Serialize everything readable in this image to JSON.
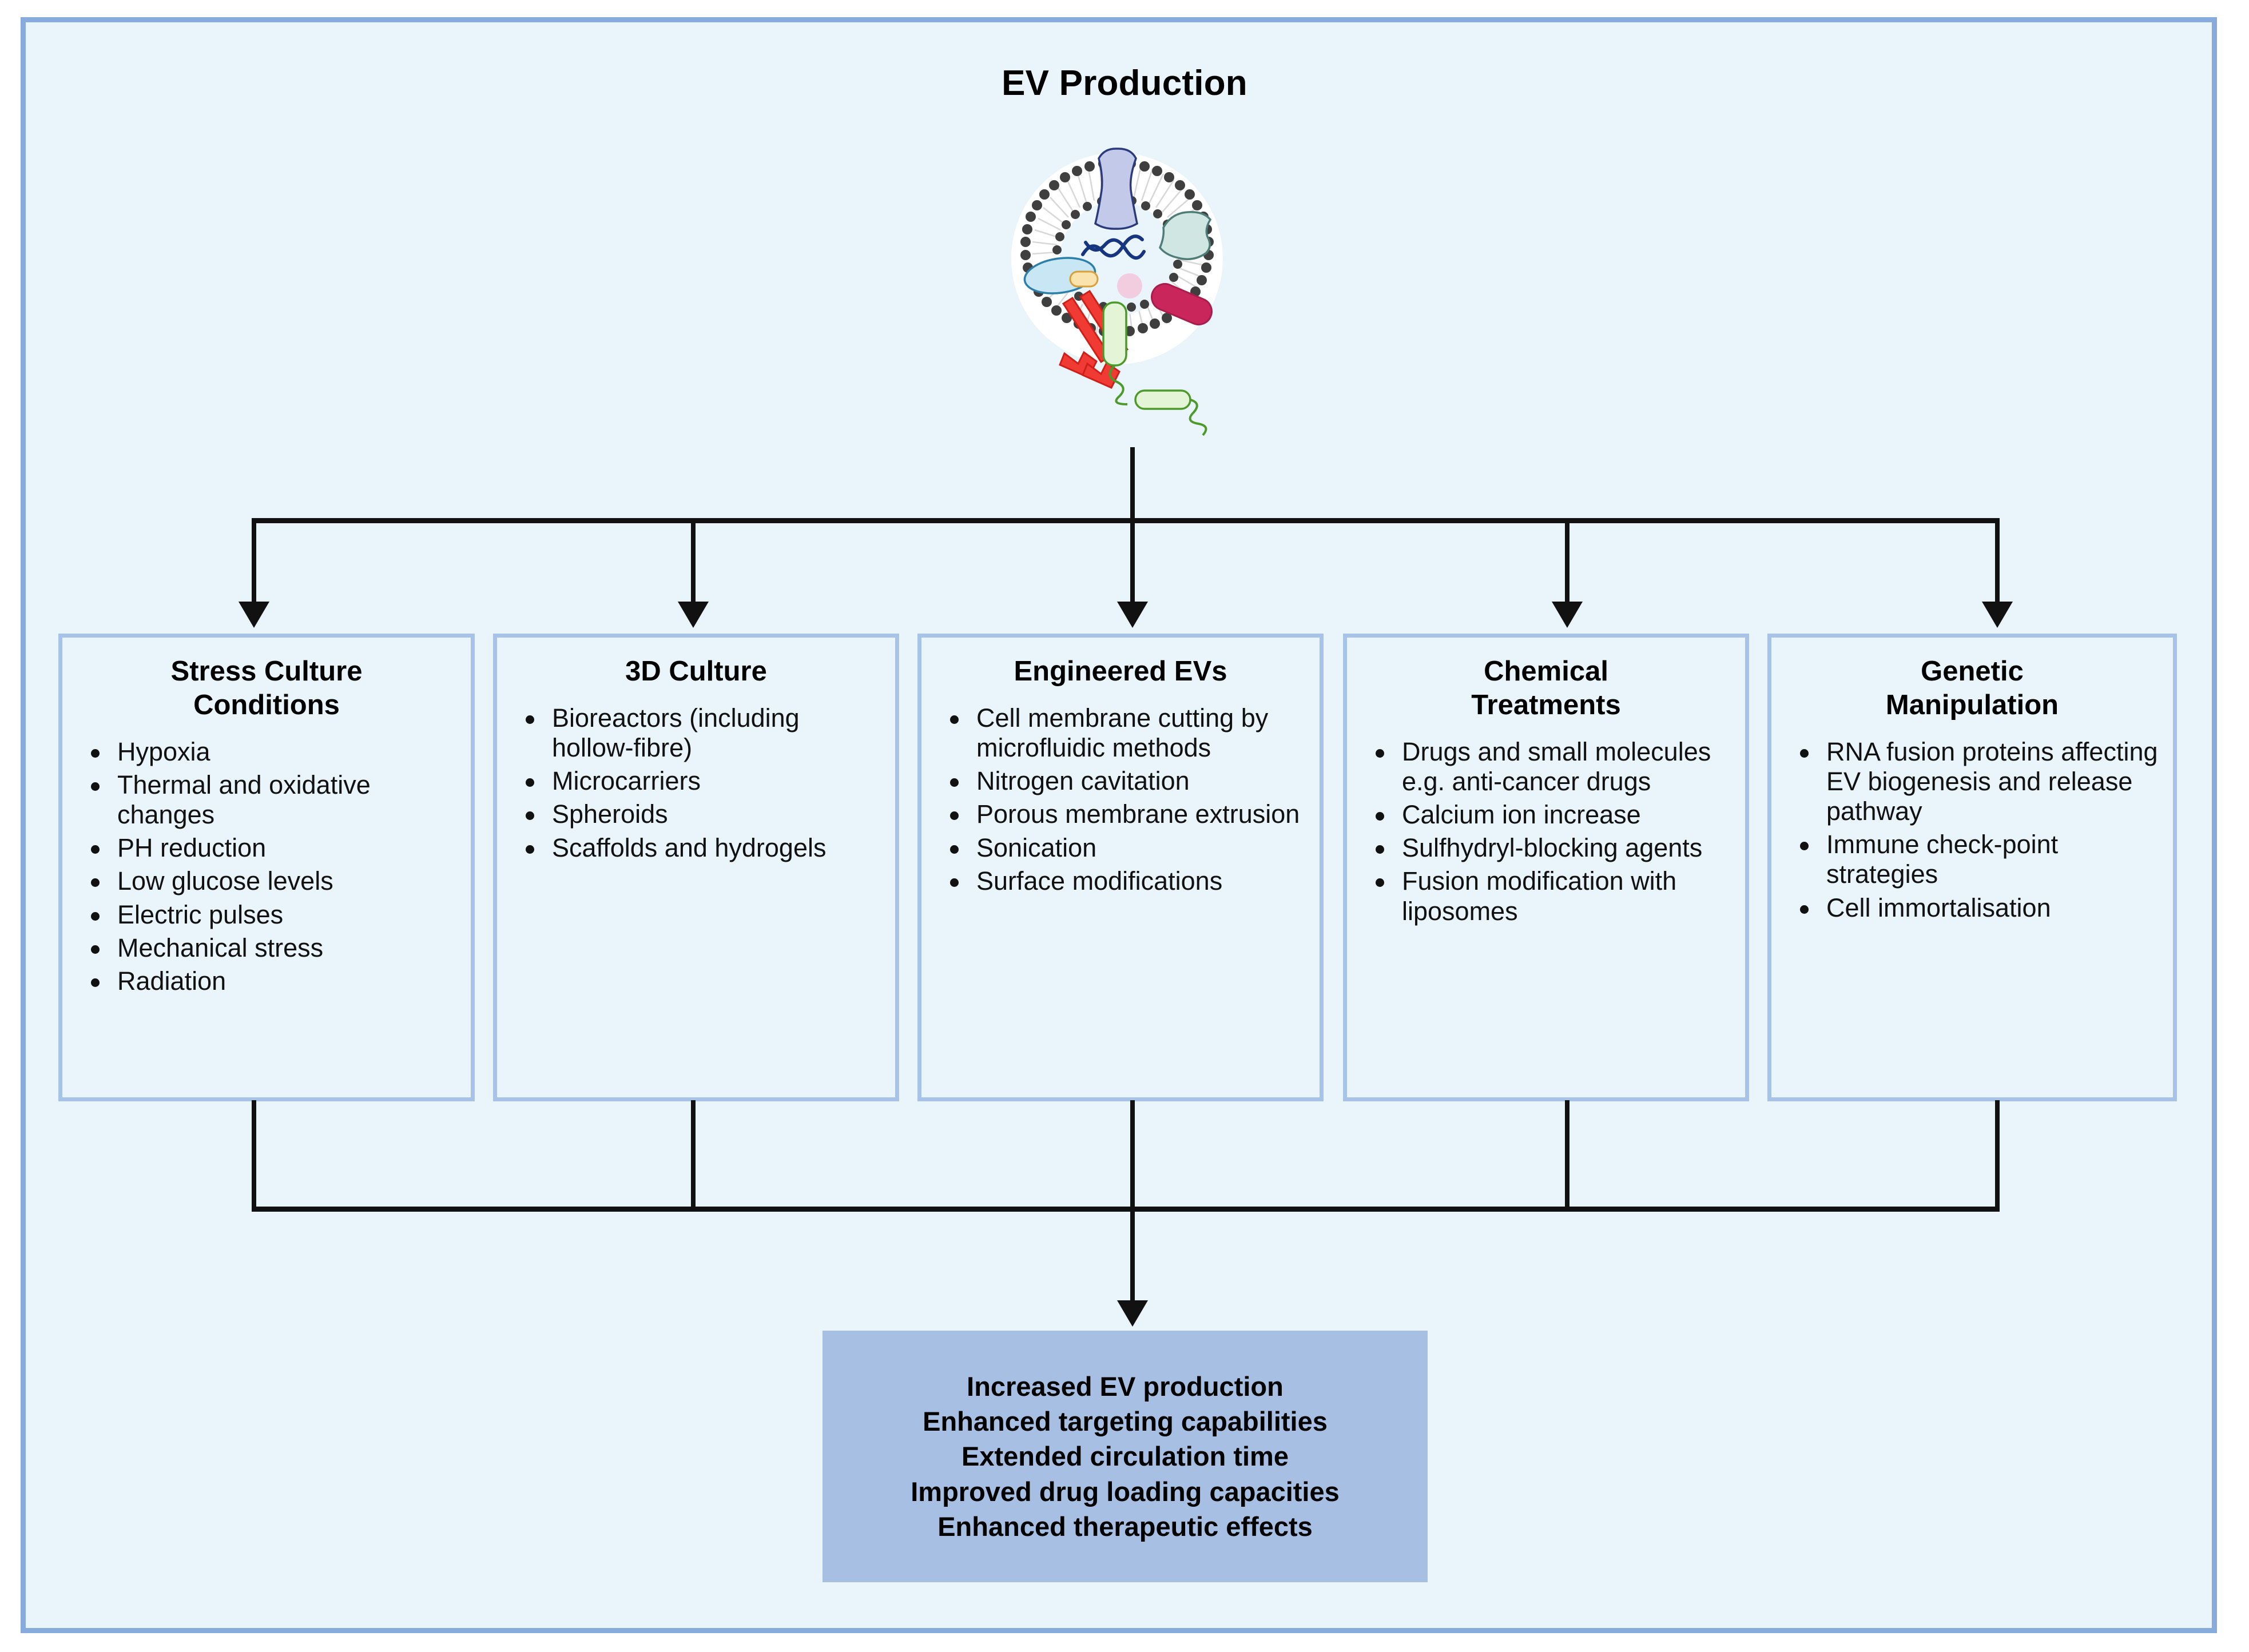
{
  "diagram": {
    "title": "EV Production",
    "figure_label": "extracellular-vesicle-illustration",
    "frame_color": "#87abdd",
    "background_color": "#e9f4fb",
    "box_border_color": "#a7c3e8",
    "outcome_fill_color": "#a7bfe2",
    "connector_color": "#111111"
  },
  "categories": [
    {
      "title": "Stress Culture\nConditions",
      "items": [
        "Hypoxia",
        "Thermal and oxidative changes",
        "PH reduction",
        "Low glucose levels",
        "Electric pulses",
        "Mechanical stress",
        "Radiation"
      ]
    },
    {
      "title": "3D Culture",
      "items": [
        "Bioreactors (including hollow-fibre)",
        "Microcarriers",
        "Spheroids",
        "Scaffolds and hydrogels"
      ]
    },
    {
      "title": "Engineered EVs",
      "items": [
        "Cell membrane cutting by microfluidic methods",
        "Nitrogen cavitation",
        "Porous membrane extrusion",
        "Sonication",
        "Surface modifications"
      ]
    },
    {
      "title": "Chemical\nTreatments",
      "items": [
        "Drugs and small molecules e.g. anti-cancer drugs",
        "Calcium ion increase",
        "Sulfhydryl-blocking agents",
        "Fusion modification with liposomes"
      ]
    },
    {
      "title": "Genetic\nManipulation",
      "items": [
        "RNA fusion proteins affecting EV biogenesis and release pathway",
        "Immune check-point strategies",
        "Cell immortalisation"
      ]
    }
  ],
  "outcome": {
    "lines": [
      "Increased EV production",
      "Enhanced targeting capabilities",
      "Extended circulation time",
      "Improved drug loading capacities",
      "Enhanced therapeutic effects"
    ]
  }
}
